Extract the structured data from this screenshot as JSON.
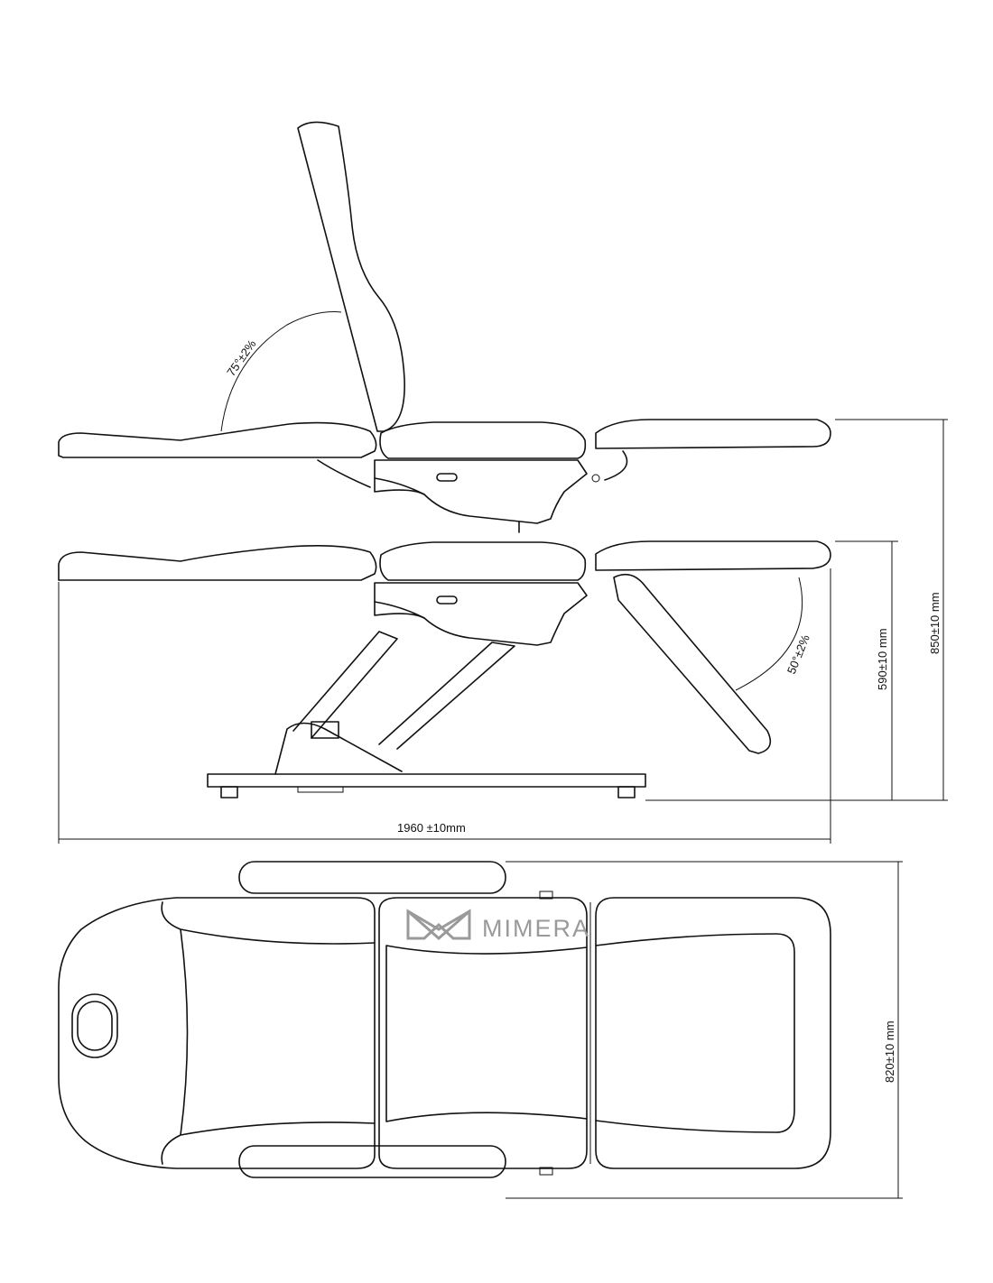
{
  "drawing": {
    "recline_angle": "75°±2%",
    "leg_angle": "50°±2%",
    "length": "1960 ±10mm",
    "height_min": "590±10 mm",
    "height_max": "850±10 mm",
    "width": "820±10 mm"
  },
  "logo": {
    "text": "MIMERA",
    "color": "#9a9a9a"
  },
  "line_color": "#111111"
}
